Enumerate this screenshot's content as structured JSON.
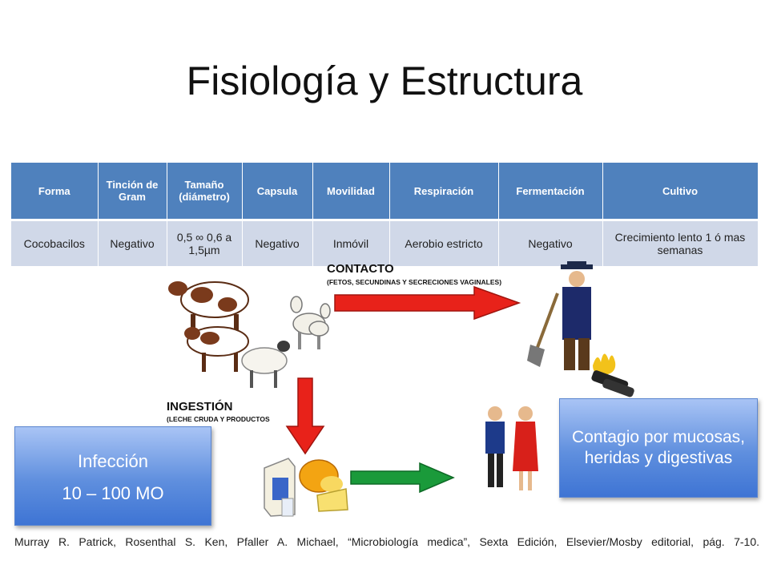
{
  "slide": {
    "title": "Fisiología y Estructura"
  },
  "table": {
    "headers": [
      "Forma",
      "Tinción de Gram",
      "Tamaño (diámetro)",
      "Capsula",
      "Movilidad",
      "Respiración",
      "Fermentación",
      "Cultivo"
    ],
    "row": [
      "Cocobacilos",
      "Negativo",
      "0,5 ∞ 0,6 a 1,5µm",
      "Negativo",
      "Inmóvil",
      "Aerobio estricto",
      "Negativo",
      "Crecimiento lento 1 ó mas semanas"
    ]
  },
  "diagram": {
    "contacto_label": "CONTACTO",
    "contacto_sub": "(FETOS, SECUNDINAS Y SECRECIONES VAGINALES)",
    "ingestion_label": "INGESTIÓN",
    "ingestion_sub": "(LECHE CRUDA Y PRODUCTOS",
    "colors": {
      "contact_arrow": "#e8221a",
      "ingestion_arrow": "#e8221a",
      "human_arrow": "#1a9a3a"
    }
  },
  "boxes": {
    "infeccion_line1": "Infección",
    "infeccion_line2": "10 – 100 MO",
    "contagio": "Contagio por mucosas, heridas y digestivas"
  },
  "citation": "Murray R. Patrick, Rosenthal S. Ken, Pfaller A. Michael, “Microbiología medica”, Sexta Edición, Elsevier/Mosby editorial, pág. 7-10."
}
